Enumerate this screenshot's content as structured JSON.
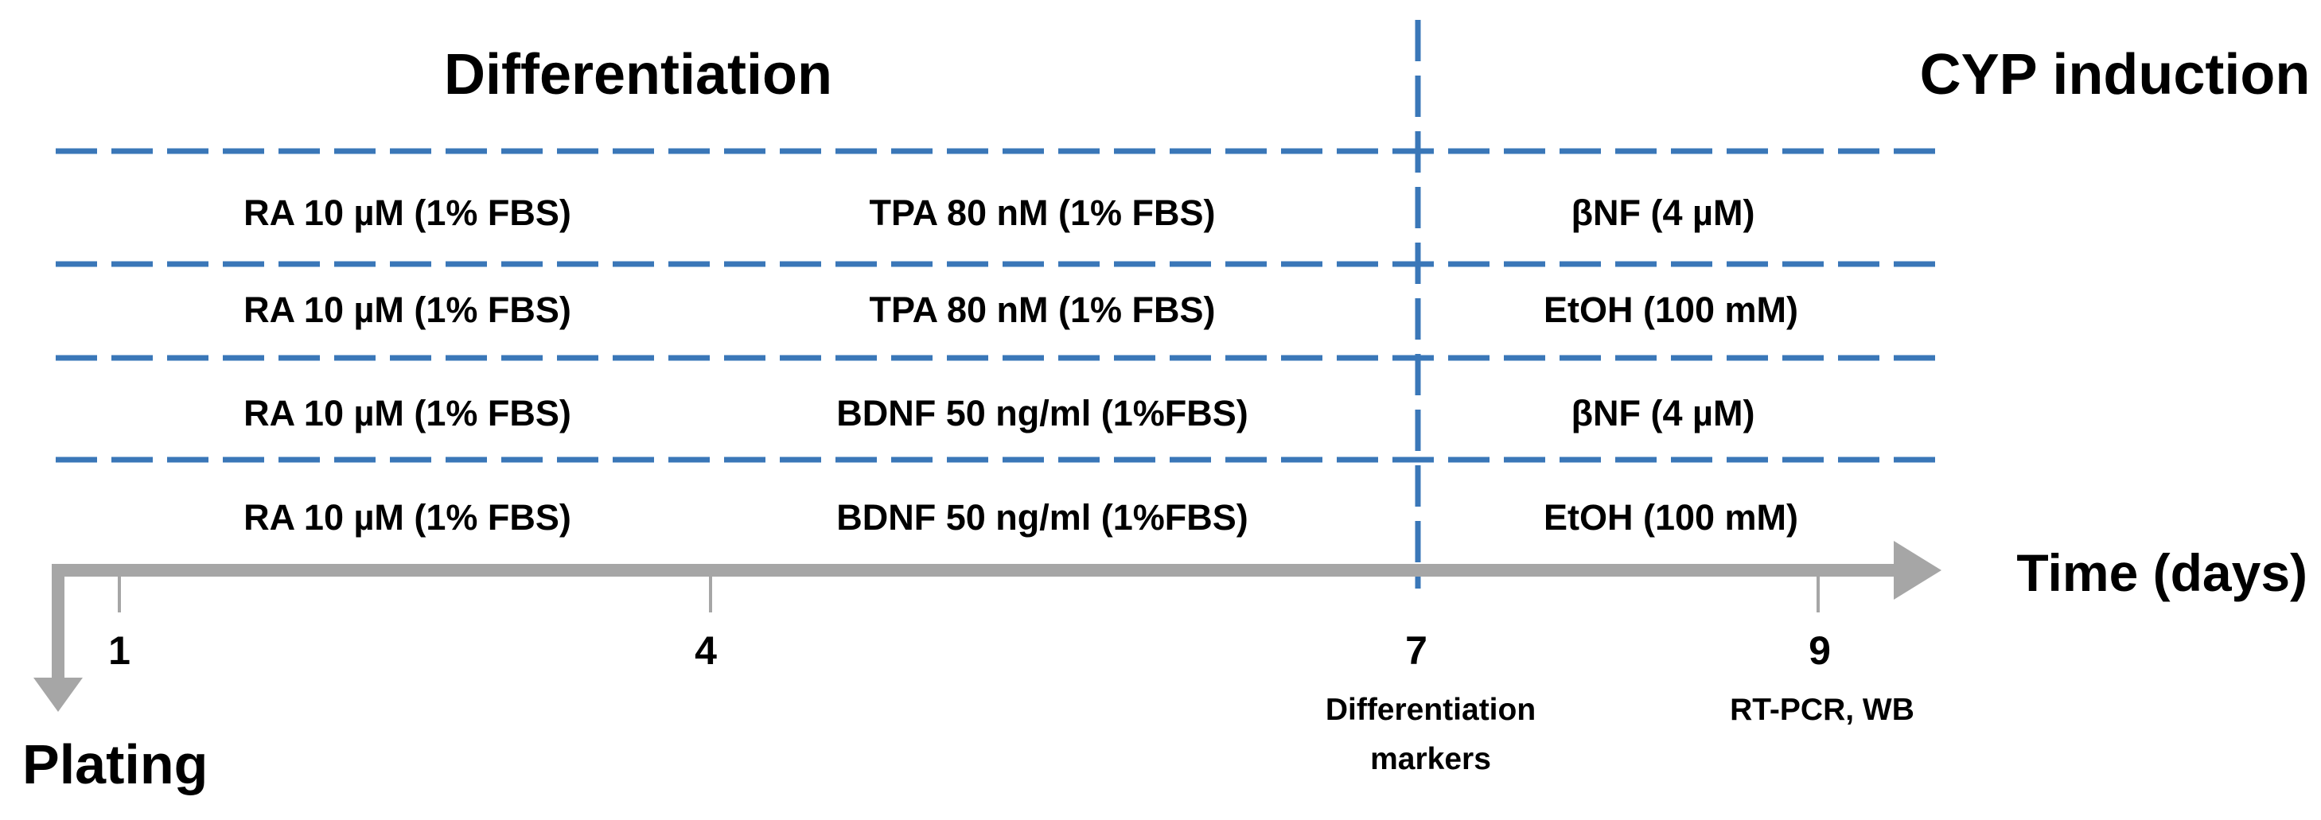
{
  "headings": {
    "differentiation": "Differentiation",
    "cyp_induction": "CYP induction"
  },
  "rows": [
    {
      "ra": "RA 10 µM (1% FBS)",
      "second": "TPA 80 nM (1% FBS)",
      "induction": "βNF (4 µM)"
    },
    {
      "ra": "RA 10 µM (1% FBS)",
      "second": "TPA 80 nM (1% FBS)",
      "induction": "EtOH (100 mM)"
    },
    {
      "ra": "RA 10 µM (1% FBS)",
      "second": "BDNF 50 ng/ml (1%FBS)",
      "induction": "βNF (4 µM)"
    },
    {
      "ra": "RA 10 µM (1% FBS)",
      "second": "BDNF 50 ng/ml (1%FBS)",
      "induction": "EtOH (100 mM)"
    }
  ],
  "timeline": {
    "axis_label": "Time (days)",
    "start_label": "Plating",
    "ticks": [
      "1",
      "4",
      "7",
      "9"
    ],
    "day7_note": [
      "Differentiation",
      "markers"
    ],
    "day9_note": "RT-PCR, WB"
  },
  "colors": {
    "dash": "#3a77b8",
    "axis": "#a6a6a6",
    "text": "#000000"
  }
}
